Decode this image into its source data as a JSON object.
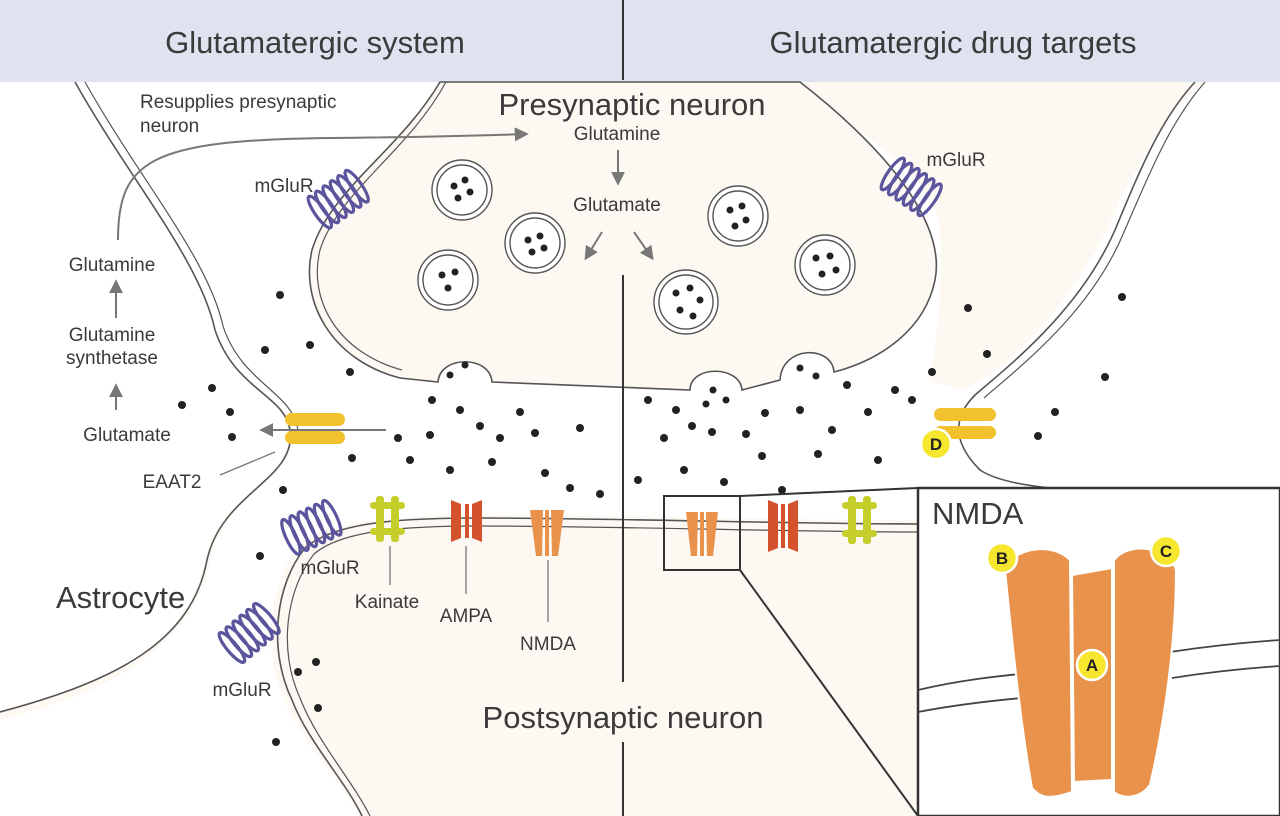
{
  "header": {
    "left_title": "Glutamatergic system",
    "right_title": "Glutamatergic drug targets"
  },
  "regions": {
    "presynaptic": "Presynaptic neuron",
    "postsynaptic": "Postsynaptic neuron",
    "astrocyte": "Astrocyte"
  },
  "labels": {
    "resupplies": [
      "Resupplies presynaptic",
      "neuron"
    ],
    "glutamine_top": "Glutamine",
    "glutamate_top": "Glutamate",
    "glutamine_left": "Glutamine",
    "synthetase": [
      "Glutamine",
      "synthetase"
    ],
    "glutamate_left": "Glutamate",
    "eaat2": "EAAT2",
    "mglur": [
      "mGluR",
      "mGluR",
      "mGluR",
      "mGluR"
    ],
    "kainate": "Kainate",
    "ampa": "AMPA",
    "nmda": "NMDA"
  },
  "inset": {
    "title": "NMDA",
    "badges": [
      "A",
      "B",
      "C"
    ]
  },
  "drug_target_badge": "D",
  "colors": {
    "header_bg": "#dfe3ef",
    "cell_bg": "#fdf8f2",
    "mglur": "#5a559c",
    "eaat2": "#f2c12e",
    "kainate": "#c6ce2c",
    "ampa": "#d4522c",
    "nmda": "#e8924c",
    "badge": "#f7e62e"
  }
}
